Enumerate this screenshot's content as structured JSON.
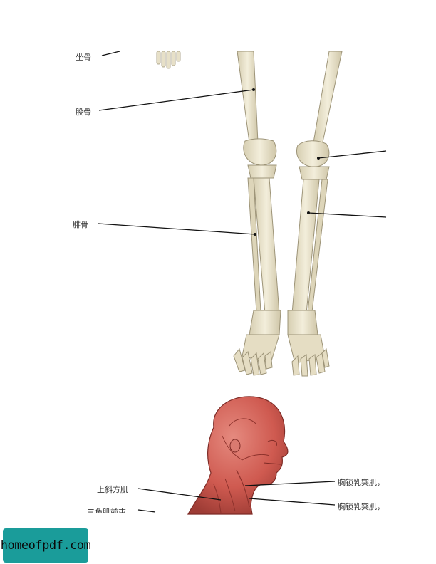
{
  "labels": {
    "ischium": "坐骨",
    "femur": "股骨",
    "fibula": "腓骨",
    "superior_oblique": "上斜方肌",
    "deltoid_anterior": "三角肌前束",
    "sternocleido_1": "胸锁乳突肌，",
    "sternocleido_2": "胸锁乳突肌，"
  },
  "watermark": "homeofpdf.com",
  "colors": {
    "bone": "#ece6cf",
    "bone_shadow": "#cfc6a8",
    "muscle": "#d4645a",
    "muscle_dark": "#a8433c",
    "leader": "#111111",
    "watermark_bg": "#1a9c9a"
  }
}
